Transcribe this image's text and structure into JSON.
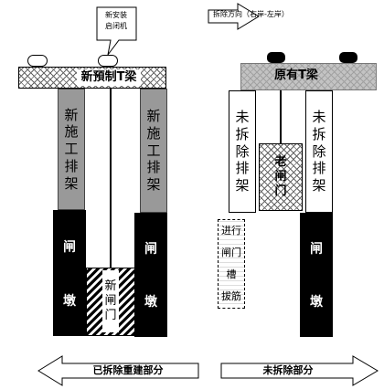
{
  "left": {
    "beam_label": "新預制T梁",
    "callout_text": [
      "新安装",
      "启闭机"
    ],
    "rack_left": [
      "新",
      "施",
      "工",
      "排",
      "架"
    ],
    "rack_right": [
      "新",
      "施",
      "工",
      "排",
      "架"
    ],
    "pier_left": [
      "闸",
      "墩"
    ],
    "pier_right": [
      "闸",
      "墩"
    ],
    "gate": [
      "新",
      "闸",
      "门"
    ]
  },
  "right": {
    "direction_label": "拆除方向（右岸-左岸）",
    "beam_label": "原有T梁",
    "rack_left": [
      "未",
      "拆",
      "除",
      "排",
      "架"
    ],
    "rack_right": [
      "未",
      "拆",
      "除",
      "排",
      "架"
    ],
    "old_gate": [
      "老",
      "闸",
      "门"
    ],
    "groove_text": [
      "进行",
      "闸门",
      "槽",
      "拔筋"
    ],
    "pier_right": [
      "闸",
      "墩"
    ]
  },
  "bottom": {
    "left_arrow_label": "已拆除重建部分",
    "right_arrow_label": "未拆除部分"
  }
}
